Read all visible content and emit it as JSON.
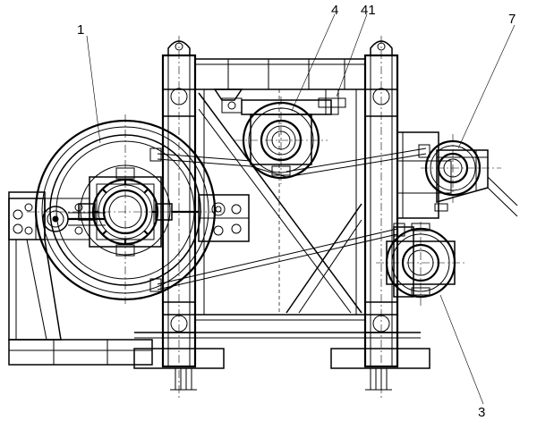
{
  "callouts": [
    {
      "id": "c1",
      "text": "1"
    },
    {
      "id": "c4",
      "text": "4"
    },
    {
      "id": "c41",
      "text": "41"
    },
    {
      "id": "c7",
      "text": "7"
    },
    {
      "id": "c3",
      "text": "3"
    }
  ]
}
